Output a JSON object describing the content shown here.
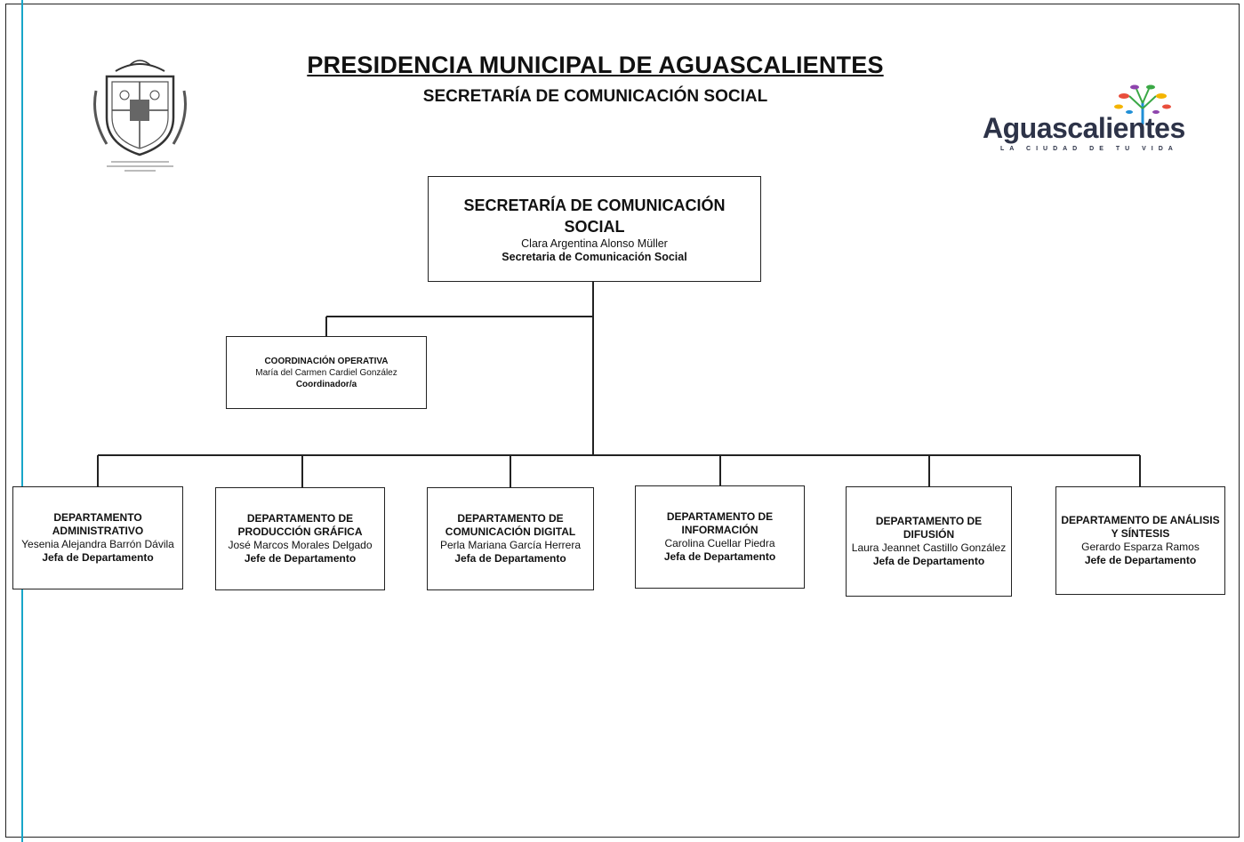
{
  "header": {
    "title": "PRESIDENCIA MUNICIPAL DE AGUASCALIENTES",
    "subtitle": "SECRETARÍA DE COMUNICACIÓN SOCIAL"
  },
  "brand": {
    "word": "Aguascalientes",
    "tagline": "LA CIUDAD DE TU VIDA",
    "colors": [
      "#e94e3c",
      "#f4b400",
      "#3aa845",
      "#1f8fd6",
      "#8e44ad"
    ]
  },
  "org": {
    "top": {
      "unit": "SECRETARÍA DE COMUNICACIÓN SOCIAL",
      "person": "Clara Argentina Alonso Müller",
      "role": "Secretaria de Comunicación Social"
    },
    "coord": {
      "unit": "COORDINACIÓN OPERATIVA",
      "person": "María del Carmen Cardiel González",
      "role": "Coordinador/a"
    },
    "departments": [
      {
        "unit": "DEPARTAMENTO ADMINISTRATIVO",
        "person": "Yesenia Alejandra Barrón Dávila",
        "role": "Jefa de Departamento"
      },
      {
        "unit": "DEPARTAMENTO DE PRODUCCIÓN GRÁFICA",
        "person": "José Marcos Morales Delgado",
        "role": "Jefe de Departamento"
      },
      {
        "unit": "DEPARTAMENTO DE COMUNICACIÓN DIGITAL",
        "person": "Perla Mariana García Herrera",
        "role": "Jefa de Departamento"
      },
      {
        "unit": "DEPARTAMENTO DE INFORMACIÓN",
        "person": "Carolina Cuellar Piedra",
        "role": "Jefa de Departamento"
      },
      {
        "unit": "DEPARTAMENTO DE DIFUSIÓN",
        "person": "Laura Jeannet Castillo González",
        "role": "Jefa de Departamento"
      },
      {
        "unit": "DEPARTAMENTO DE ANÁLISIS Y SÍNTESIS",
        "person": "Gerardo Esparza Ramos",
        "role": "Jefe de Departamento"
      }
    ]
  }
}
